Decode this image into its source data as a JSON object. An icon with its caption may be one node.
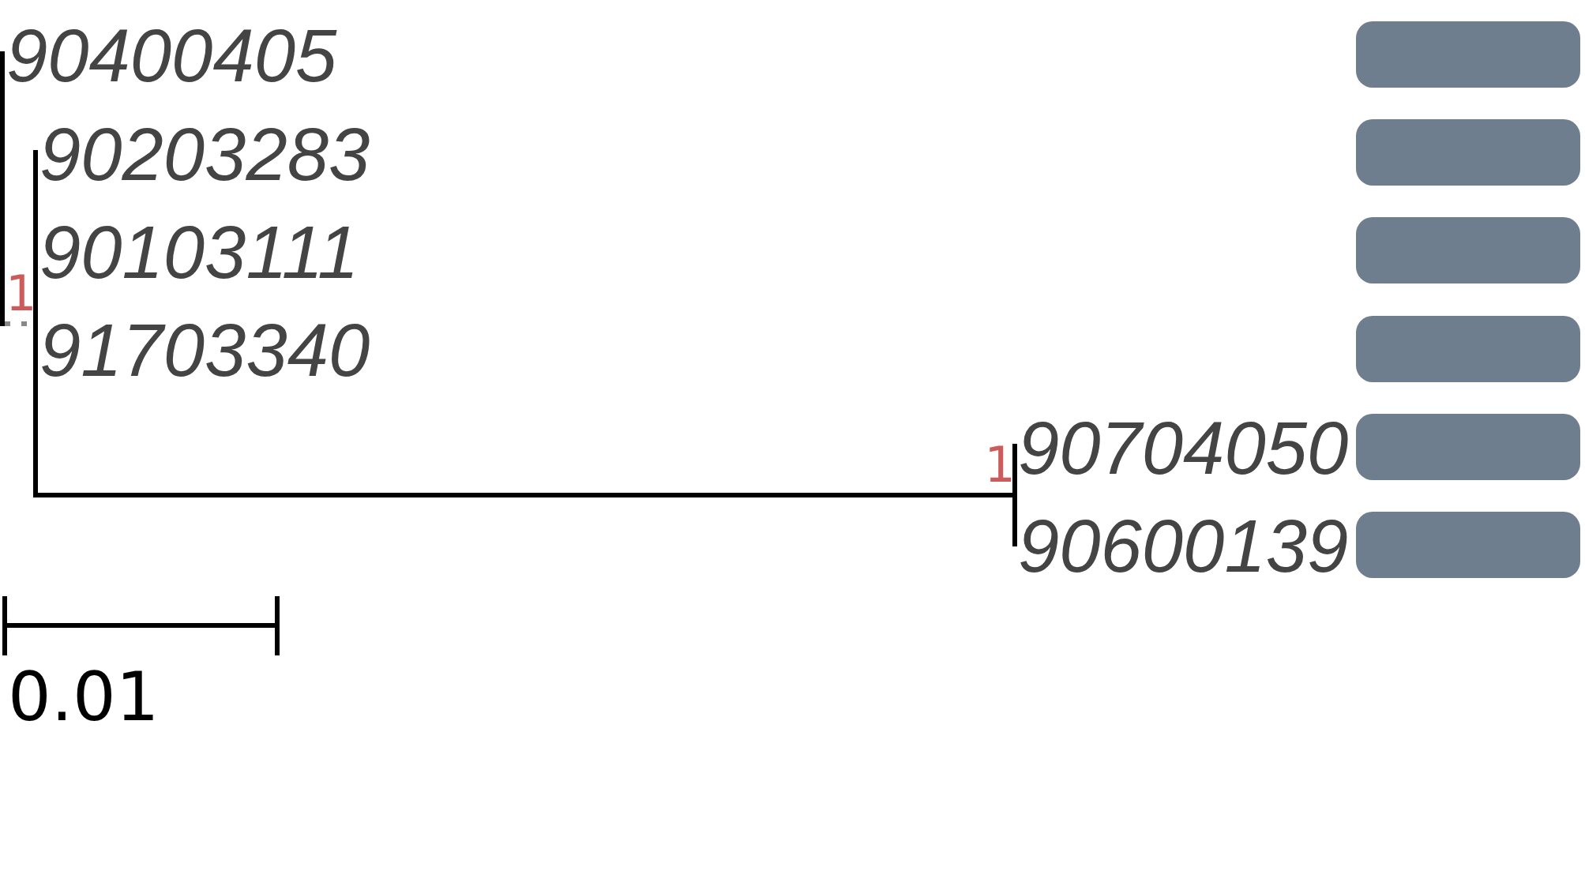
{
  "diagram": {
    "nodes": [
      {
        "text": [
          "90400405"
        ]
      },
      {
        "text": [
          "90203283"
        ]
      },
      {
        "text": [
          "90103111"
        ]
      },
      {
        "text": [
          "91703340"
        ]
      },
      {
        "text": [
          "90704050"
        ]
      },
      {
        "text": [
          "90600139"
        ]
      },
      {
        "text": [],
        "shape": "box"
      },
      {
        "text": [],
        "shape": "box"
      },
      {
        "text": [],
        "shape": "box"
      },
      {
        "text": [],
        "shape": "box"
      },
      {
        "text": [],
        "shape": "box"
      },
      {
        "text": [],
        "shape": "box"
      },
      {
        "text": [],
        "shape": "bar"
      },
      {
        "text": [],
        "shape": "bar",
        "beside": [
          "1"
        ]
      },
      {
        "text": [],
        "shape": "bar",
        "beside": [
          "1"
        ]
      }
    ],
    "edges": [
      {
        "from": 12,
        "to": 13,
        "arrow": "none",
        "style": "dashed",
        "color": "#888888"
      },
      {
        "from": 13,
        "to": 14,
        "arrow": "none",
        "color": "#000000"
      }
    ],
    "labels": [
      "0.01"
    ]
  }
}
